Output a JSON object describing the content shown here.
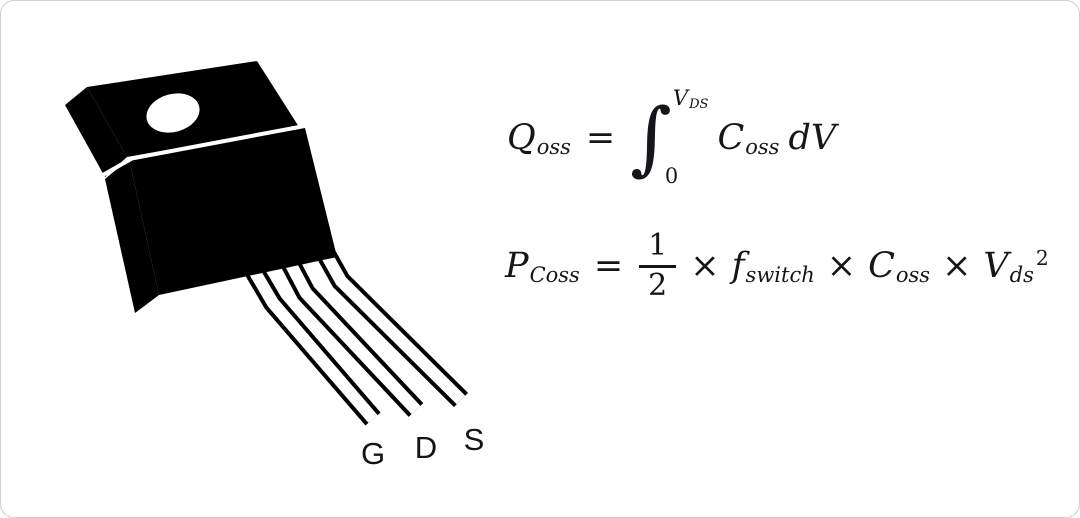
{
  "colors": {
    "ink": "#000000",
    "background": "#ffffff",
    "border": "#cfcfcf"
  },
  "diagram": {
    "description": "TO-220 style MOSFET package with three leads",
    "pins": [
      "G",
      "D",
      "S"
    ]
  },
  "equations": {
    "qoss": {
      "lhs_var": "Q",
      "lhs_sub": "oss",
      "equals": "=",
      "integral_sign": "∫",
      "upper_var": "V",
      "upper_sub": "DS",
      "lower_limit": "0",
      "integrand_var": "C",
      "integrand_sub": "oss",
      "differential": "dV"
    },
    "pcoss": {
      "lhs_var": "P",
      "lhs_sub": "Coss",
      "equals": "=",
      "frac_num": "1",
      "frac_den": "2",
      "times_1": "×",
      "f_var": "f",
      "f_sub": "switch",
      "times_2": "×",
      "c_var": "C",
      "c_sub": "oss",
      "times_3": "×",
      "v_var": "V",
      "v_sub": "ds",
      "v_sup": "2"
    }
  }
}
